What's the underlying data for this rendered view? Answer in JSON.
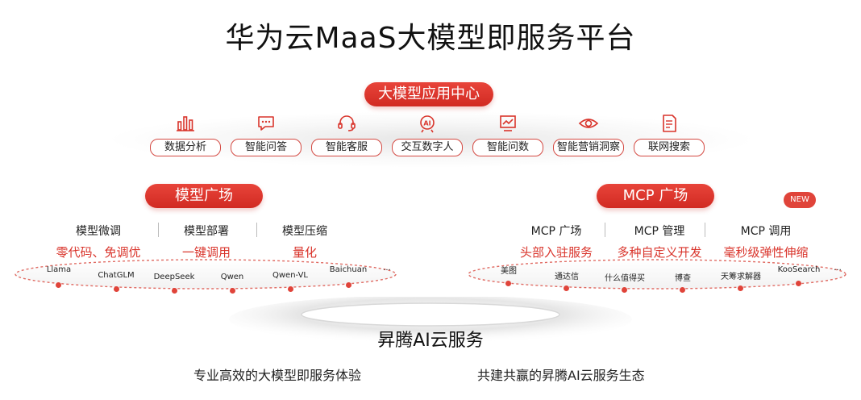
{
  "title": "华为云MaaS大模型即服务平台",
  "center": {
    "title": "大模型应用中心",
    "apps": [
      {
        "label": "数据分析",
        "icon": "bar-chart-icon"
      },
      {
        "label": "智能问答",
        "icon": "chat-bubble-icon"
      },
      {
        "label": "智能客服",
        "icon": "headset-icon"
      },
      {
        "label": "交互数字人",
        "icon": "ai-avatar-icon"
      },
      {
        "label": "智能问数",
        "icon": "chart-screen-icon"
      },
      {
        "label": "智能营销洞察",
        "icon": "eye-icon"
      },
      {
        "label": "联网搜索",
        "icon": "document-search-icon"
      }
    ]
  },
  "left": {
    "title": "模型广场",
    "columns": [
      {
        "head": "模型微调",
        "sub": "零代码、免调优"
      },
      {
        "head": "模型部署",
        "sub": "一键调用"
      },
      {
        "head": "模型压缩",
        "sub": "量化"
      }
    ],
    "models": [
      "Llama",
      "ChatGLM",
      "DeepSeek",
      "Qwen",
      "Qwen-VL",
      "Baichuan",
      "..."
    ]
  },
  "right": {
    "title": "MCP 广场",
    "badge": "NEW",
    "columns": [
      {
        "head": "MCP 广场",
        "sub": "头部入驻服务"
      },
      {
        "head": "MCP 管理",
        "sub": "多种自定义开发"
      },
      {
        "head": "MCP 调用",
        "sub": "毫秒级弹性伸缩"
      }
    ],
    "partners": [
      "美图",
      "通达信",
      "什么值得买",
      "博查",
      "天筹求解器",
      "KooSearch",
      "..."
    ]
  },
  "base": {
    "title": "昇腾AI云服务",
    "left_caption": "专业高效的大模型即服务体验",
    "right_caption": "共建共赢的昇腾AI云服务生态"
  },
  "colors": {
    "accent": "#d9342b",
    "pill": "#e0443a"
  }
}
